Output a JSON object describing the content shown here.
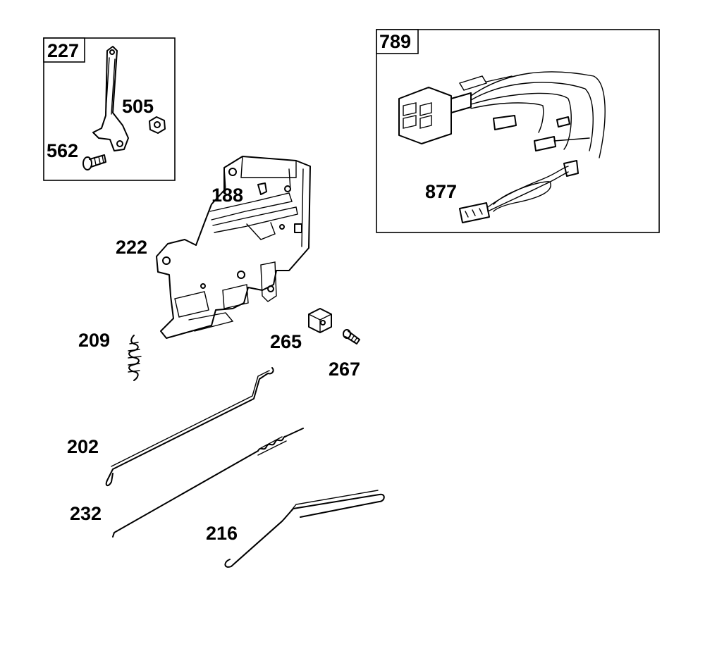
{
  "inset_boxes": {
    "left": {
      "id": "227"
    },
    "right": {
      "id": "789"
    }
  },
  "part_numbers": {
    "p227": "227",
    "p505": "505",
    "p562": "562",
    "p789": "789",
    "p877": "877",
    "p188": "188",
    "p222": "222",
    "p209": "209",
    "p265": "265",
    "p267": "267",
    "p202": "202",
    "p232": "232",
    "p216": "216"
  }
}
